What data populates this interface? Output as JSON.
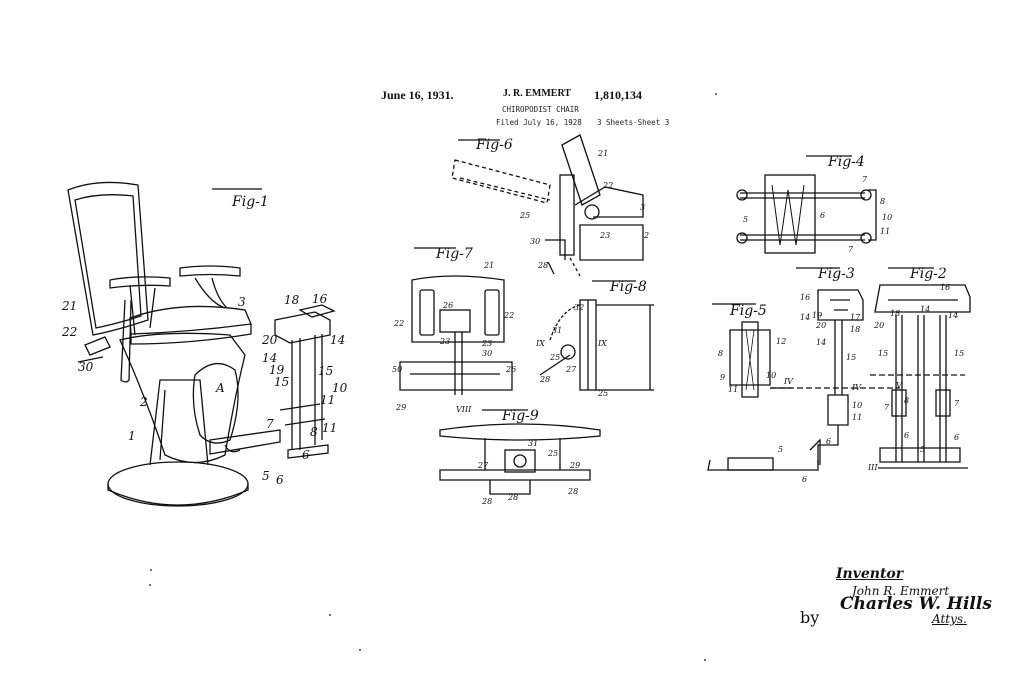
{
  "header": {
    "date": "June 16, 1931.",
    "inventor": "J. R. EMMERT",
    "patent_number": "1,810,134",
    "title": "CHIROPODIST CHAIR",
    "filed": "Filed July 16, 1928",
    "sheets": "3 Sheets-Sheet 3"
  },
  "figures": {
    "fig1": "Fig-1",
    "fig2": "Fig-2",
    "fig3": "Fig-3",
    "fig4": "Fig-4",
    "fig5": "Fig-5",
    "fig6": "Fig-6",
    "fig7": "Fig-7",
    "fig8": "Fig-8",
    "fig9": "Fig-9"
  },
  "signature": {
    "heading": "Inventor",
    "inventor_name": "John R. Emmert",
    "by": "by",
    "attorney": "Charles W. Hills",
    "attys": "Attys."
  }
}
